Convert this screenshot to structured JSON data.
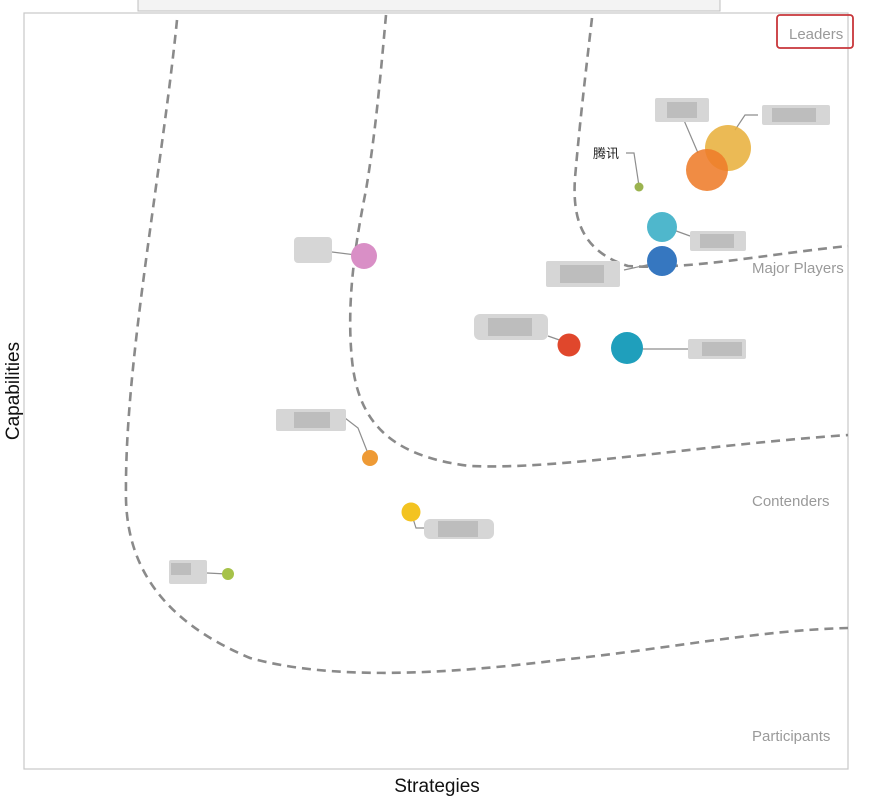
{
  "chart_data": {
    "type": "scatter",
    "title": "",
    "xlabel": "Strategies",
    "ylabel": "Capabilities",
    "segments": [
      "Leaders",
      "Major Players",
      "Contenders",
      "Participants"
    ],
    "points": [
      {
        "label": "",
        "color": "#E8B13D",
        "size": "large"
      },
      {
        "label": "",
        "color": "#EE7C2A",
        "size": "large"
      },
      {
        "label": "腾讯",
        "color": "#9BB34F",
        "size": "small"
      },
      {
        "label": "",
        "color": "#4FB7CC",
        "size": "medium"
      },
      {
        "label": "",
        "color": "#3677C0",
        "size": "medium"
      },
      {
        "label": "",
        "color": "#D98FC6",
        "size": "medium"
      },
      {
        "label": "",
        "color": "#E0472C",
        "size": "medium-small"
      },
      {
        "label": "",
        "color": "#1F9FBC",
        "size": "medium-large"
      },
      {
        "label": "",
        "color": "#EE9A35",
        "size": "small"
      },
      {
        "label": "",
        "color": "#F3C321",
        "size": "small-medium"
      },
      {
        "label": "",
        "color": "#A6C249",
        "size": "small"
      }
    ]
  }
}
